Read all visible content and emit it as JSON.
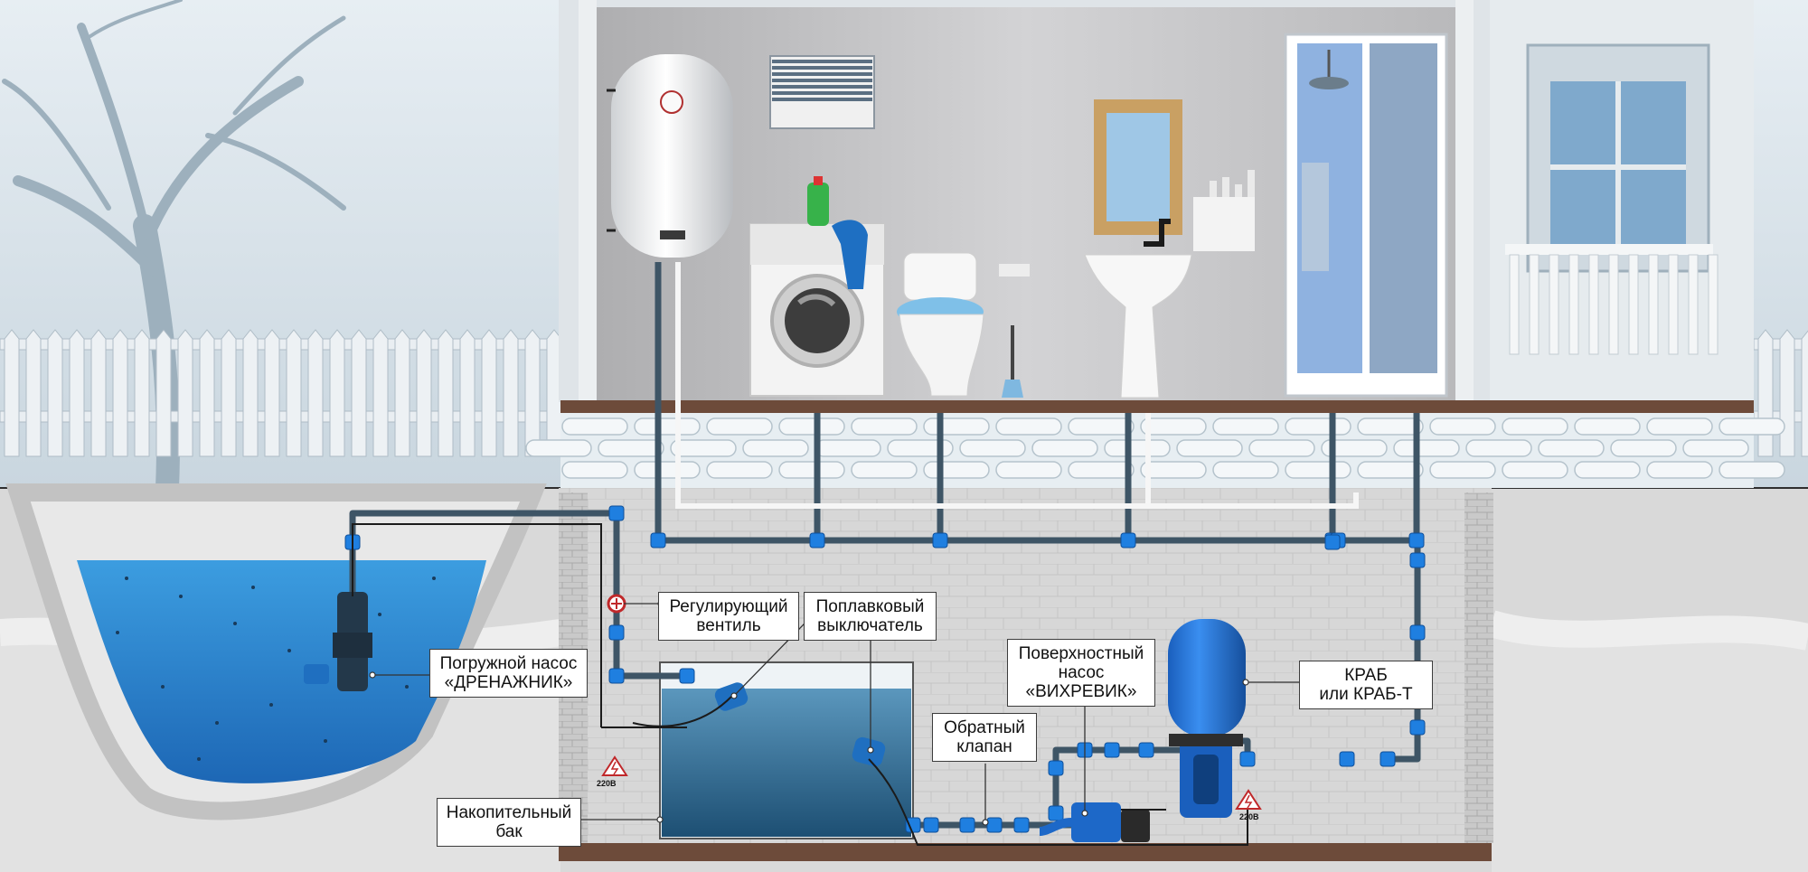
{
  "labels": {
    "regulating_valve": [
      "Регулирующий",
      "вентиль"
    ],
    "float_switch": [
      "Поплавковый",
      "выключатель"
    ],
    "surface_pump": [
      "Поверхностный",
      "насос",
      "«ВИХРЕВИК»"
    ],
    "submersible_pump": [
      "Погружной насос",
      "«ДРЕНАЖНИК»"
    ],
    "check_valve": [
      "Обратный",
      "клапан"
    ],
    "storage_tank": [
      "Накопительный",
      "бак"
    ],
    "accumulator": [
      "КРАБ",
      "или КРАБ-Т"
    ]
  },
  "voltage": {
    "left": "220В",
    "right": "220В"
  },
  "colors": {
    "pipe": "#3e5566",
    "fitting": "#1f7fe0",
    "water": "#2e86d0",
    "wall": "#ababab",
    "ground": "#d8d8d8"
  }
}
